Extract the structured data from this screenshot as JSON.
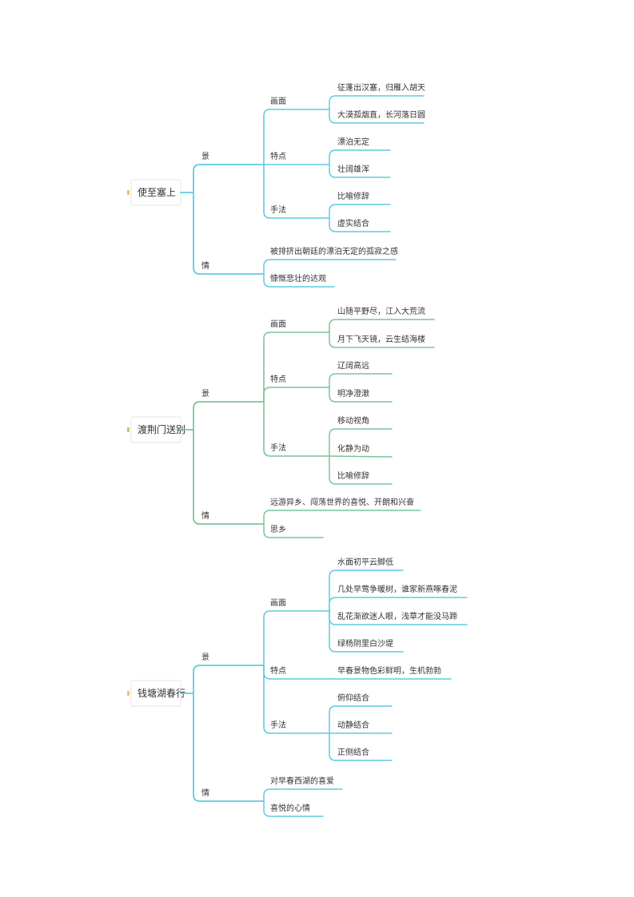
{
  "colors": {
    "cyan": "#5fcbe0",
    "green": "#7cc49a",
    "cyan_tick": "#f0c36a",
    "green_tick": "#a7d86b"
  },
  "maps": [
    {
      "id": "map1",
      "color": "cyan",
      "title": "使至塞上",
      "jing": {
        "label": "景",
        "groups": [
          {
            "label": "画面",
            "items": [
              "征蓬出汉塞，归雁入胡天",
              "大漠孤烟直，长河落日圆"
            ]
          },
          {
            "label": "特点",
            "items": [
              "漂泊无定",
              "壮阔雄浑"
            ]
          },
          {
            "label": "手法",
            "items": [
              "比喻修辞",
              "虚实结合"
            ]
          }
        ]
      },
      "qing": {
        "label": "情",
        "items": [
          "被排挤出朝廷的漂泊无定的孤寂之感",
          "慷慨悲壮的达观"
        ]
      }
    },
    {
      "id": "map2",
      "color": "green",
      "title": "渡荆门送别",
      "jing": {
        "label": "景",
        "groups": [
          {
            "label": "画面",
            "items": [
              "山随平野尽，江入大荒流",
              "月下飞天镜，云生结海楼"
            ]
          },
          {
            "label": "特点",
            "items": [
              "辽阔高远",
              "明净澄澈"
            ]
          },
          {
            "label": "手法",
            "items": [
              "移动视角",
              "化静为动",
              "比喻修辞"
            ]
          }
        ]
      },
      "qing": {
        "label": "情",
        "items": [
          "远游异乡、闯荡世界的喜悦、开朗和兴奋",
          "思乡"
        ]
      }
    },
    {
      "id": "map3",
      "color": "cyan",
      "title": "钱塘湖春行",
      "jing": {
        "label": "景",
        "groups": [
          {
            "label": "画面",
            "items": [
              "水面初平云脚低",
              "几处早莺争暖树，谁家新燕啄春泥",
              "乱花渐欲迷人眼，浅草才能没马蹄",
              "绿杨阴里白沙堤"
            ]
          },
          {
            "label": "特点",
            "items": [
              "早春景物色彩鲜明，生机勃勃"
            ]
          },
          {
            "label": "手法",
            "items": [
              "俯仰结合",
              "动静结合",
              "正侧结合"
            ]
          }
        ]
      },
      "qing": {
        "label": "情",
        "items": [
          "对早春西湖的喜爱",
          "喜悦的心情"
        ]
      }
    }
  ]
}
